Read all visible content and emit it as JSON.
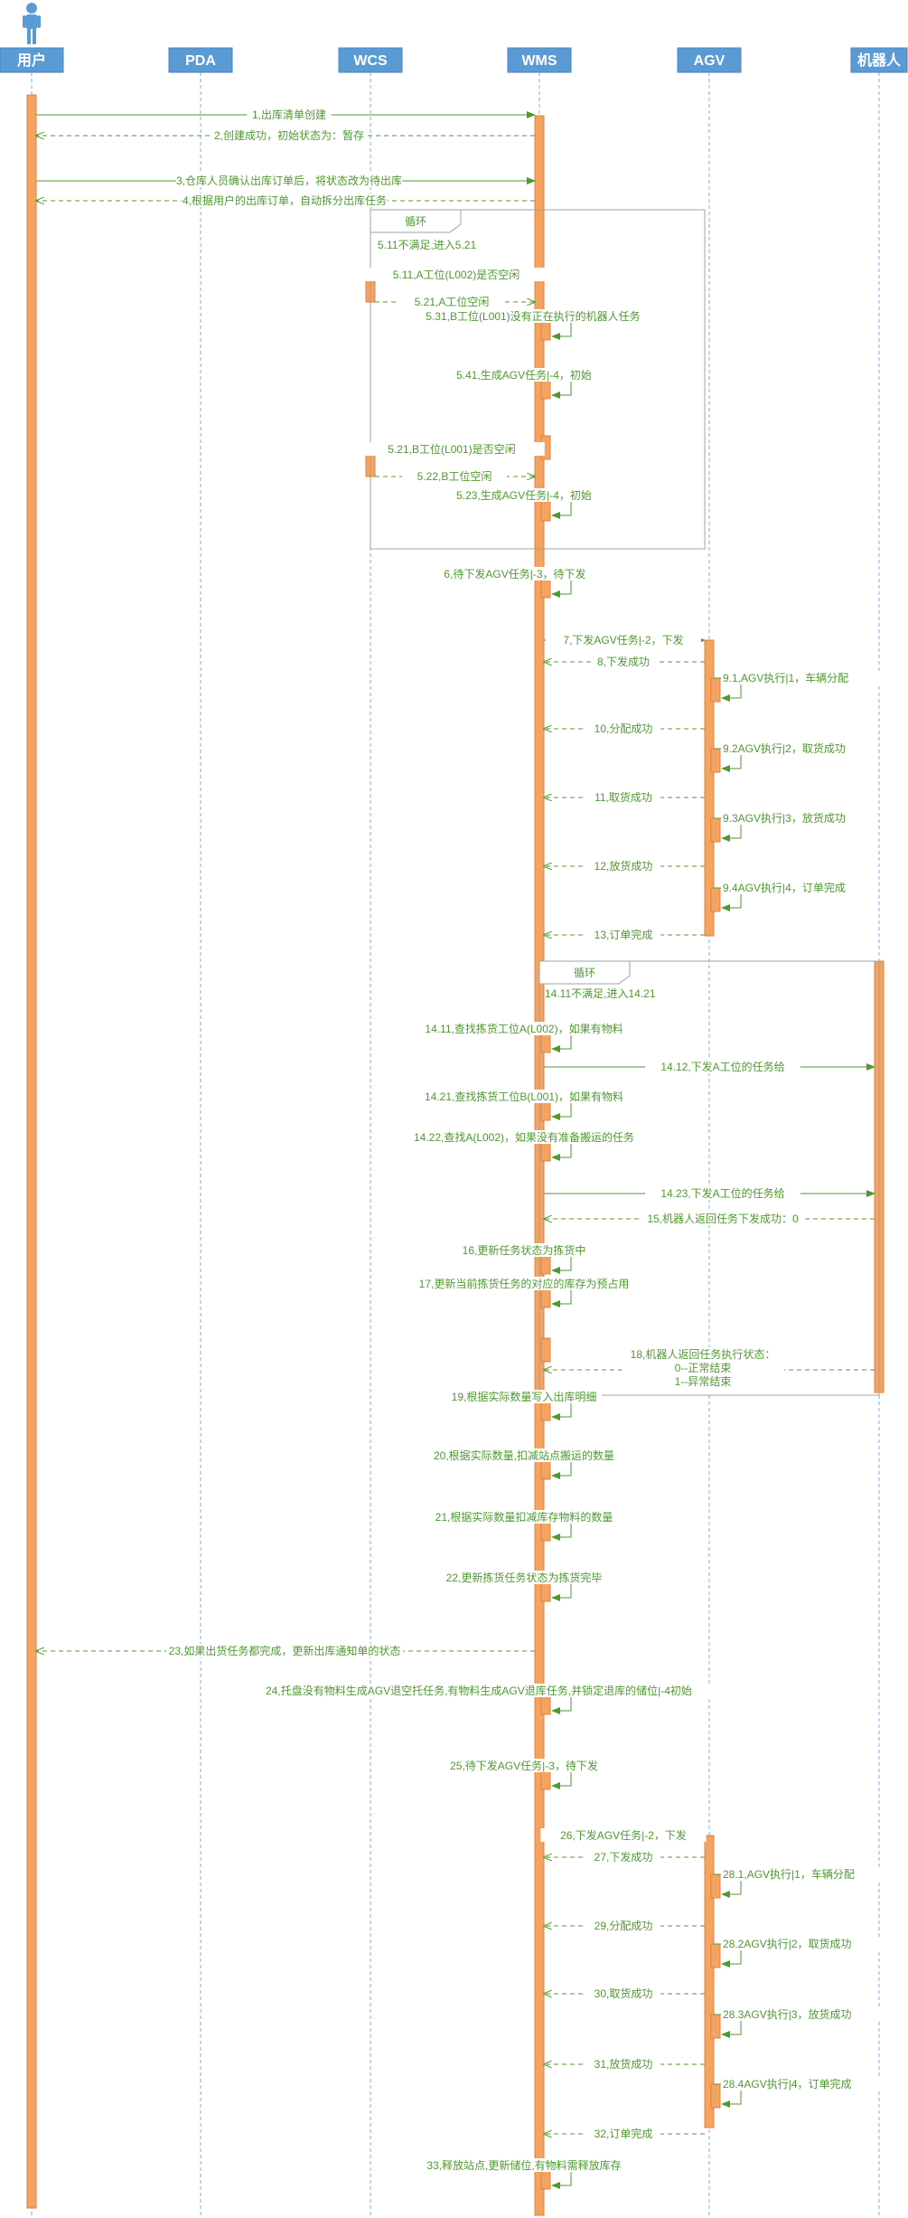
{
  "actors": [
    {
      "id": "user",
      "label": "用户"
    },
    {
      "id": "pda",
      "label": "PDA"
    },
    {
      "id": "wcs",
      "label": "WCS"
    },
    {
      "id": "wms",
      "label": "WMS"
    },
    {
      "id": "agv",
      "label": "AGV"
    },
    {
      "id": "robot",
      "label": "机器人"
    }
  ],
  "loops": [
    {
      "label": "循环"
    },
    {
      "label": "循环"
    }
  ],
  "messages": [
    {
      "text": "1,出库清单创建"
    },
    {
      "text": "2,创建成功，初始状态为：暂存"
    },
    {
      "text": "3,仓库人员确认出库订单后，将状态改为待出库"
    },
    {
      "text": "4,根据用户的出库订单，自动拆分出库任务"
    },
    {
      "text": "5.11不满足,进入5.21"
    },
    {
      "text": "5.11,A工位(L002)是否空闲"
    },
    {
      "text": "5.21,A工位空闲"
    },
    {
      "text": "5.31,B工位(L001)没有正在执行的机器人任务"
    },
    {
      "text": "5.41,生成AGV任务|-4，初始"
    },
    {
      "text": "5.21,B工位(L001)是否空闲"
    },
    {
      "text": "5.22,B工位空闲"
    },
    {
      "text": "5.23,生成AGV任务|-4，初始"
    },
    {
      "text": "6,待下发AGV任务|-3，待下发"
    },
    {
      "text": "7,下发AGV任务|-2，下发"
    },
    {
      "text": "8,下发成功"
    },
    {
      "text": "9.1,AGV执行|1，车辆分配"
    },
    {
      "text": "10,分配成功"
    },
    {
      "text": "9.2AGV执行|2，取货成功"
    },
    {
      "text": "11,取货成功"
    },
    {
      "text": "9.3AGV执行|3，放货成功"
    },
    {
      "text": "12,放货成功"
    },
    {
      "text": "9.4AGV执行|4，订单完成"
    },
    {
      "text": "13,订单完成"
    },
    {
      "text": "14.11不满足,进入14.21"
    },
    {
      "text": "14.11,查找拣货工位A(L002)，如果有物料"
    },
    {
      "text": "14.12,下发A工位的任务给"
    },
    {
      "text": "14.21,查找拣货工位B(L001)，如果有物料"
    },
    {
      "text": "14.22,查找A(L002)，如果没有准备搬运的任务"
    },
    {
      "text": "14.23,下发A工位的任务给"
    },
    {
      "text": "15,机器人返回任务下发成功：0"
    },
    {
      "text": "16,更新任务状态为拣货中"
    },
    {
      "text": "17,更新当前拣货任务的对应的库存为预占用"
    },
    {
      "text": "18,机器人返回任务执行状态："
    },
    {
      "text": "0--正常结束"
    },
    {
      "text": "1--异常结束"
    },
    {
      "text": "19,根据实际数量写入出库明细"
    },
    {
      "text": "20,根据实际数量,扣减站点搬运的数量"
    },
    {
      "text": "21,根据实际数量扣减库存物料的数量"
    },
    {
      "text": "22,更新拣货任务状态为拣货完毕"
    },
    {
      "text": "23,如果出货任务都完成，更新出库通知单的状态"
    },
    {
      "text": "24,托盘没有物料生成AGV退空托任务,有物料生成AGV退库任务,并锁定退库的储位|-4初始"
    },
    {
      "text": "25,待下发AGV任务|-3，待下发"
    },
    {
      "text": "26,下发AGV任务|-2，下发"
    },
    {
      "text": "27,下发成功"
    },
    {
      "text": "28.1,AGV执行|1，车辆分配"
    },
    {
      "text": "29,分配成功"
    },
    {
      "text": "28.2AGV执行|2，取货成功"
    },
    {
      "text": "30,取货成功"
    },
    {
      "text": "28.3AGV执行|3，放货成功"
    },
    {
      "text": "31,放货成功"
    },
    {
      "text": "28.4AGV执行|4，订单完成"
    },
    {
      "text": "32,订单完成"
    },
    {
      "text": "33,释放站点,更新储位,有物料需释放库存"
    }
  ],
  "colors": {
    "header_fill": "#5b9bd5",
    "header_text": "#ffffff",
    "lifeline": "#7fb2e5",
    "activation_fill": "#f4a460",
    "activation_stroke": "#e08040",
    "message": "#4e9a2f",
    "loop_border": "#a0a0a0",
    "actor_icon": "#5b9bd5"
  },
  "icons": {
    "user": "person-icon"
  }
}
